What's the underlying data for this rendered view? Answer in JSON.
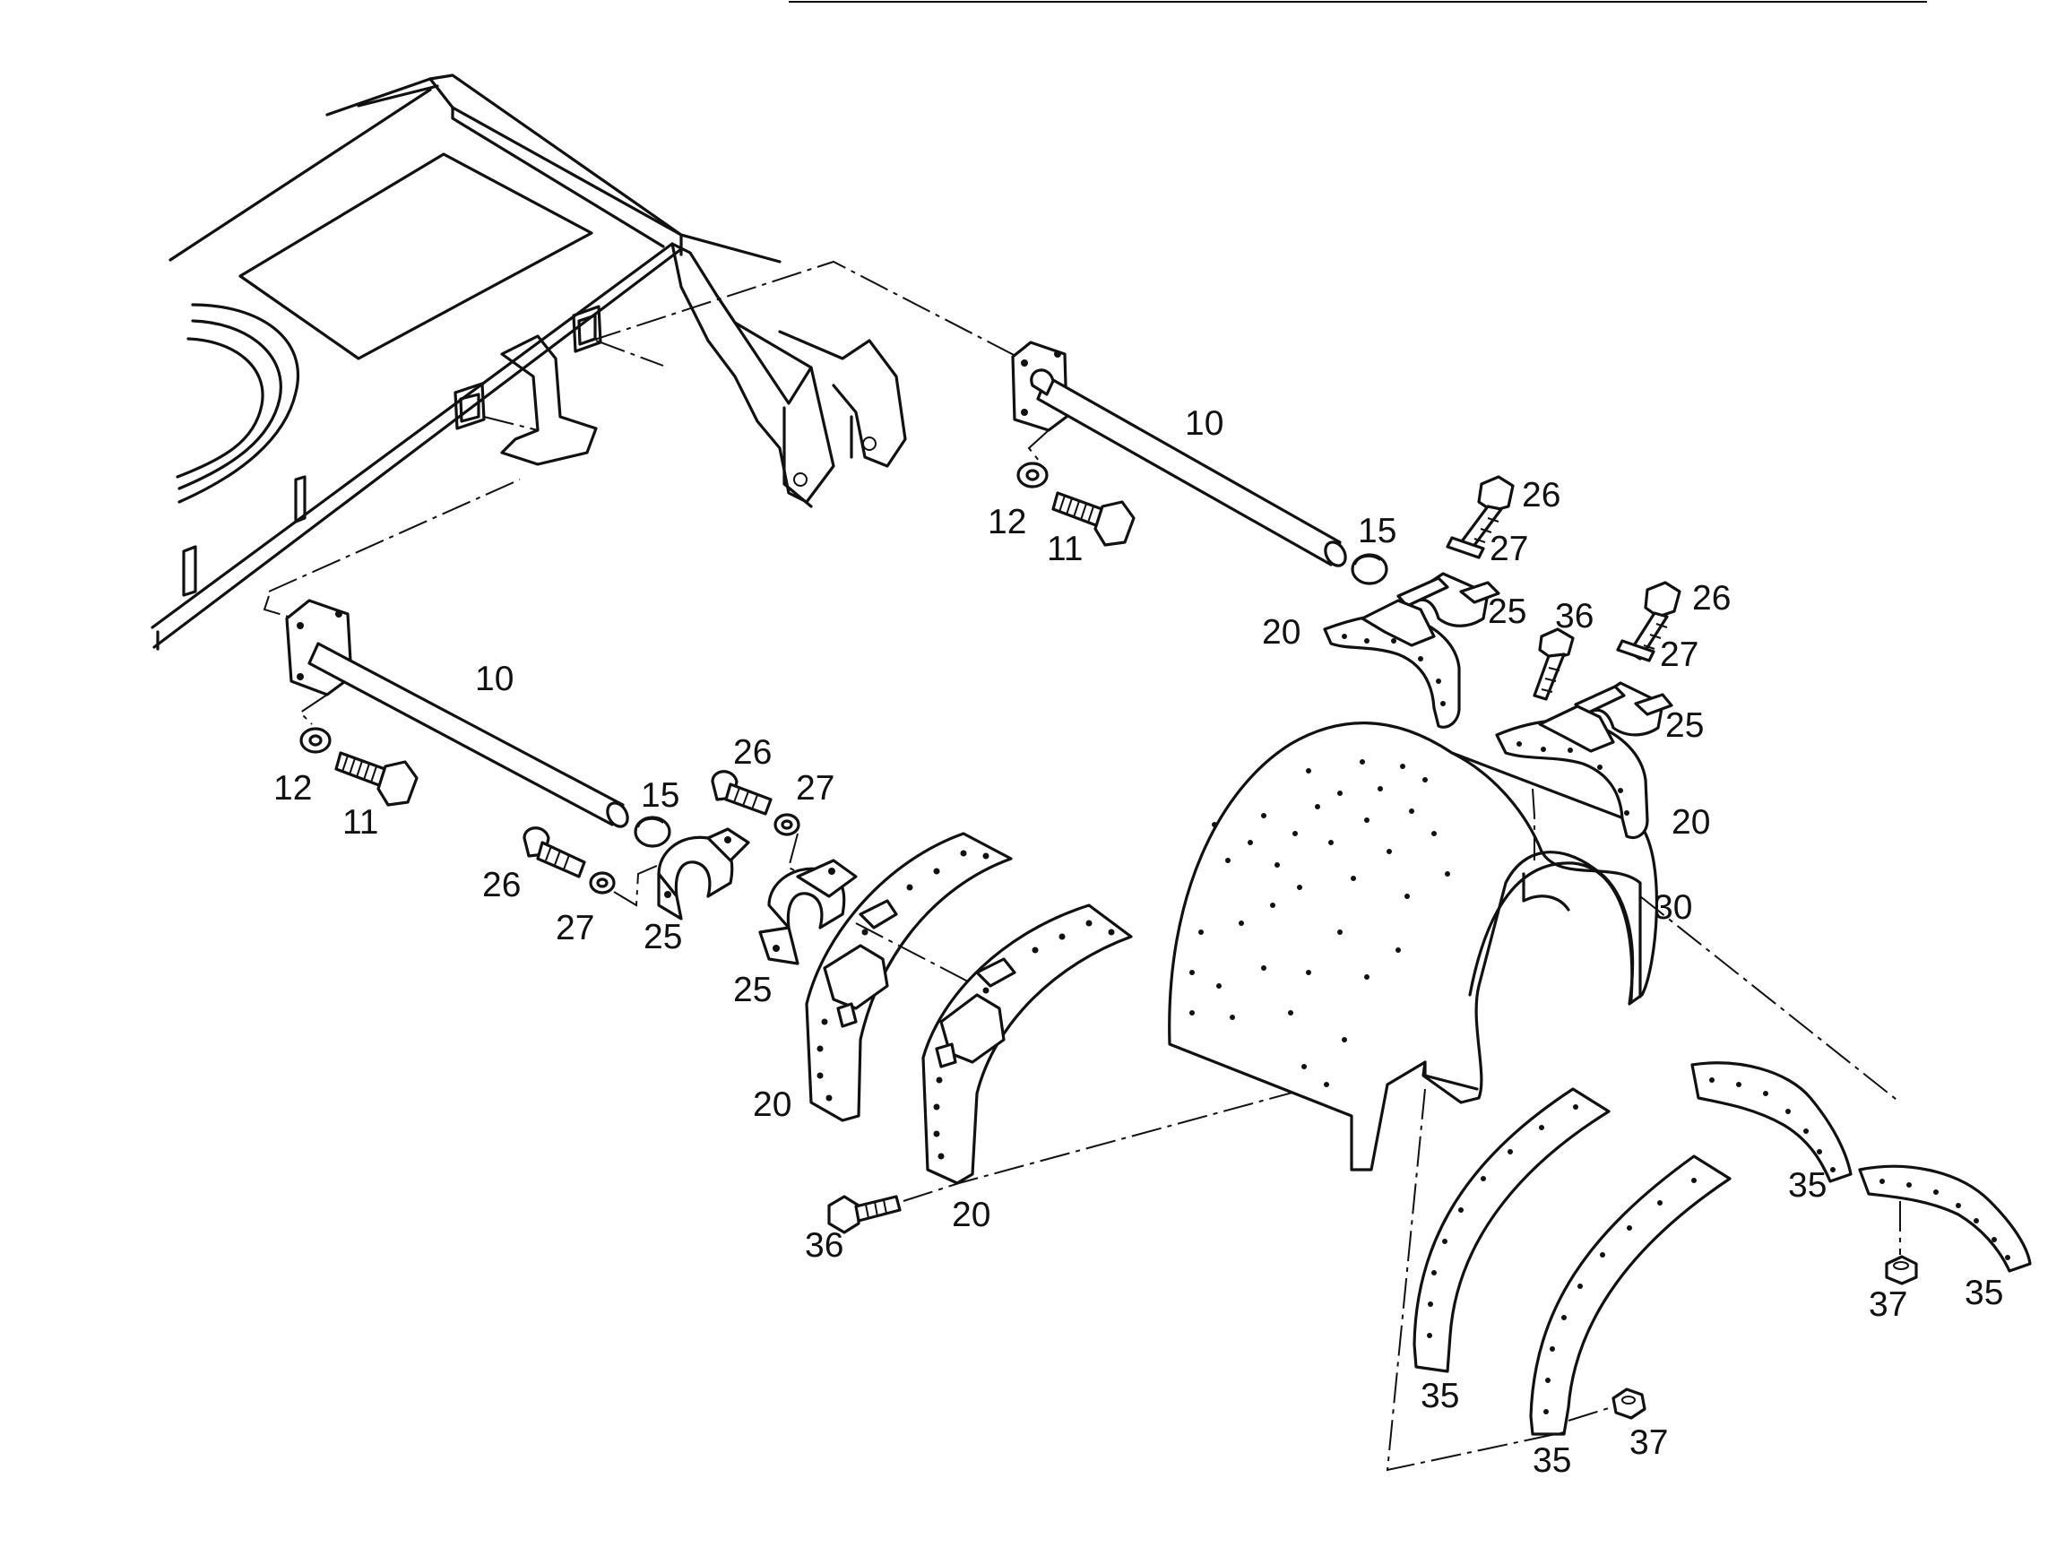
{
  "callouts": [
    {
      "id": "c10a",
      "text": "10"
    },
    {
      "id": "c12a",
      "text": "12"
    },
    {
      "id": "c11a",
      "text": "11"
    },
    {
      "id": "c15a",
      "text": "15"
    },
    {
      "id": "c26a",
      "text": "26"
    },
    {
      "id": "c27a",
      "text": "27"
    },
    {
      "id": "c25a",
      "text": "25"
    },
    {
      "id": "c20a",
      "text": "20"
    },
    {
      "id": "c36a",
      "text": "36"
    },
    {
      "id": "c26b",
      "text": "26"
    },
    {
      "id": "c27b",
      "text": "27"
    },
    {
      "id": "c25b",
      "text": "25"
    },
    {
      "id": "c20b",
      "text": "20"
    },
    {
      "id": "c30",
      "text": "30"
    },
    {
      "id": "c10b",
      "text": "10"
    },
    {
      "id": "c12b",
      "text": "12"
    },
    {
      "id": "c11b",
      "text": "11"
    },
    {
      "id": "c15b",
      "text": "15"
    },
    {
      "id": "c26c",
      "text": "26"
    },
    {
      "id": "c27c",
      "text": "27"
    },
    {
      "id": "c26d",
      "text": "26"
    },
    {
      "id": "c27d",
      "text": "27"
    },
    {
      "id": "c25c",
      "text": "25"
    },
    {
      "id": "c25d",
      "text": "25"
    },
    {
      "id": "c20c",
      "text": "20"
    },
    {
      "id": "c20d",
      "text": "20"
    },
    {
      "id": "c36b",
      "text": "36"
    },
    {
      "id": "c35a",
      "text": "35"
    },
    {
      "id": "c35b",
      "text": "35"
    },
    {
      "id": "c37a",
      "text": "37"
    },
    {
      "id": "c35c",
      "text": "35"
    },
    {
      "id": "c37b",
      "text": "37"
    },
    {
      "id": "c35d",
      "text": "35"
    }
  ]
}
